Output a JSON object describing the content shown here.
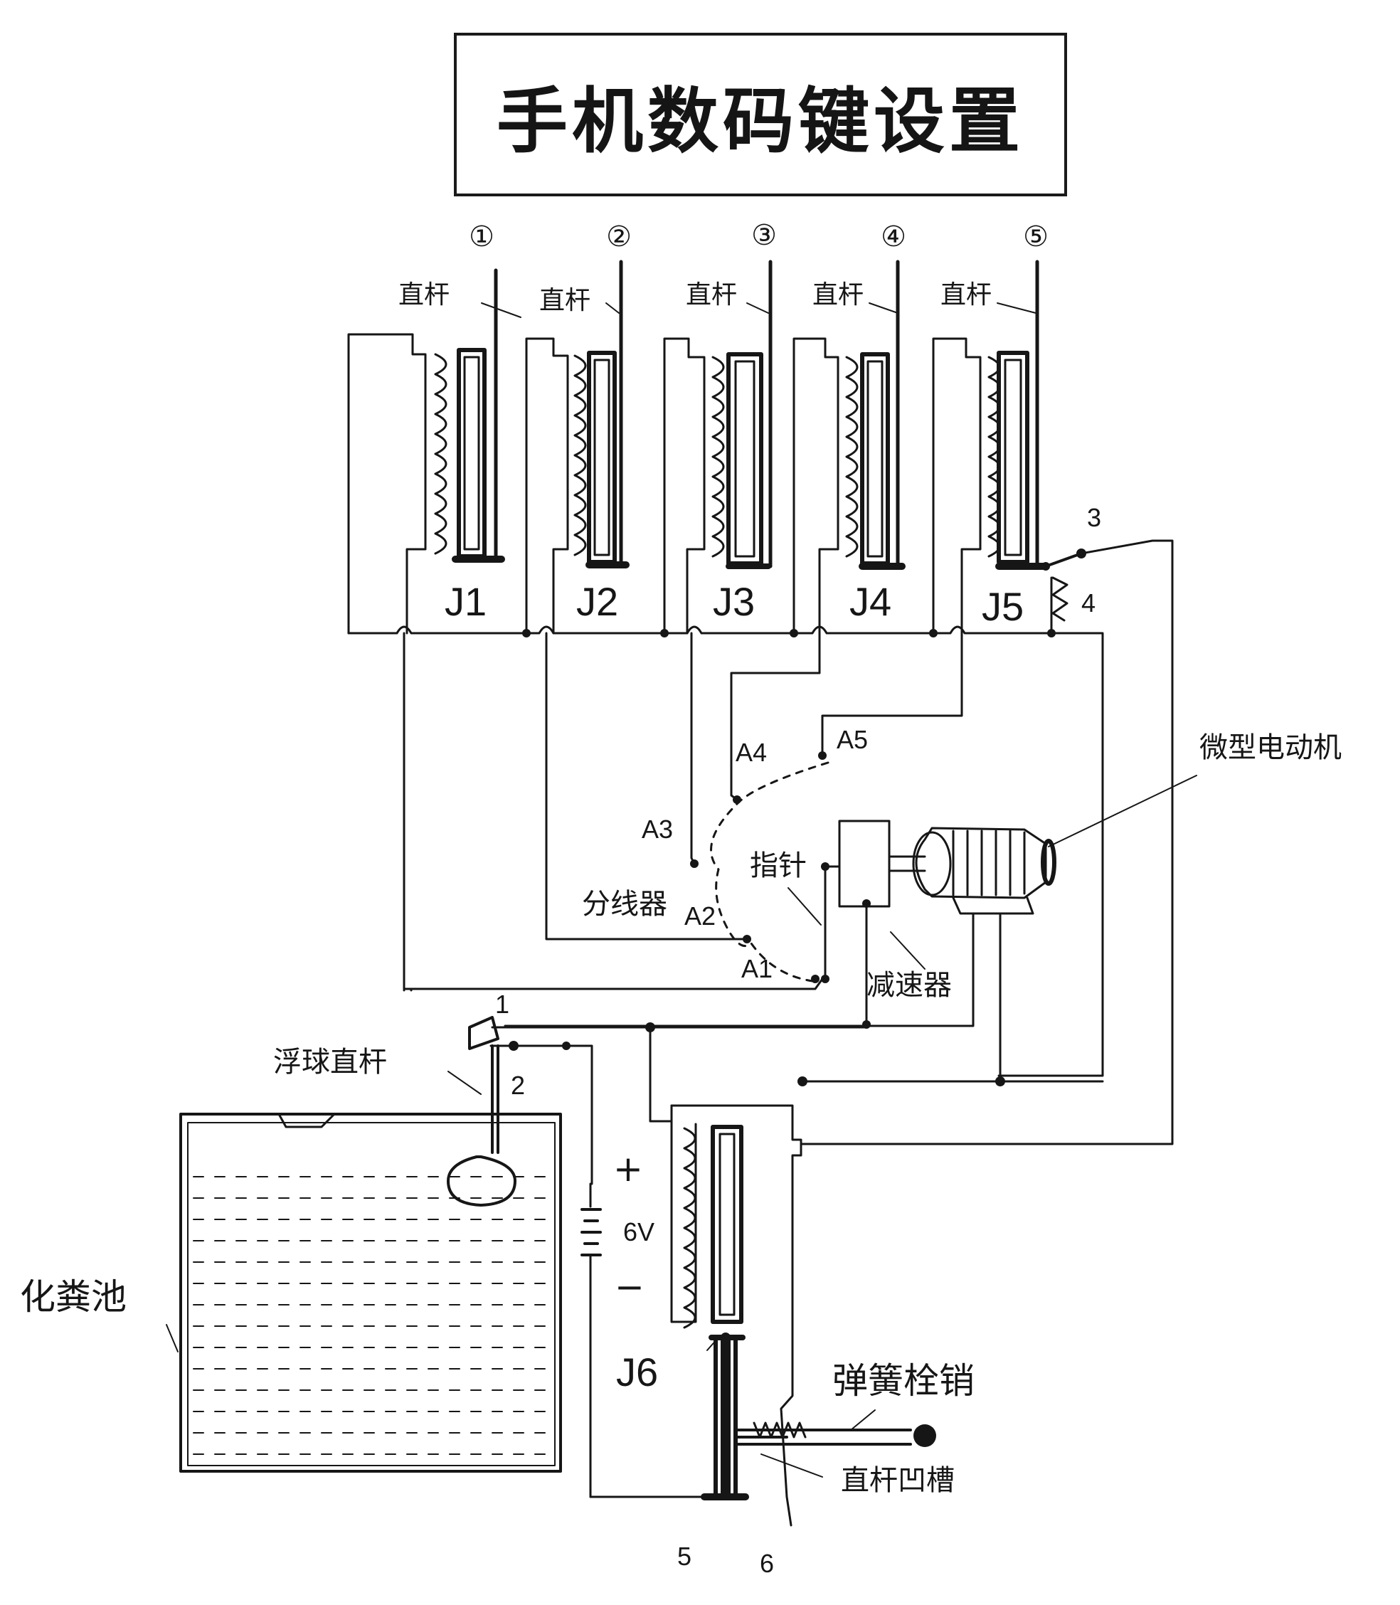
{
  "title": "手机数码键设置",
  "key_numbers": [
    "①",
    "②",
    "③",
    "④",
    "⑤"
  ],
  "straight_rod_label": "直杆",
  "relays": [
    "J1",
    "J2",
    "J3",
    "J4",
    "J5",
    "J6"
  ],
  "contacts": {
    "c1": "1",
    "c2": "2",
    "c3": "3",
    "c4": "4",
    "c5": "5",
    "c6": "6"
  },
  "distributor": {
    "label": "分线器",
    "pointer_label": "指针",
    "terminals": [
      "A1",
      "A2",
      "A3",
      "A4",
      "A5"
    ]
  },
  "motor_label": "微型电动机",
  "reducer_label": "减速器",
  "float_rod_label": "浮球直杆",
  "septic_tank_label": "化粪池",
  "battery": {
    "plus": "+",
    "minus": "−",
    "voltage": "6V"
  },
  "spring_latch_label": "弹簧栓销",
  "rod_groove_label": "直杆凹槽",
  "colors": {
    "ink": "#161616",
    "paper": "#ffffff"
  }
}
